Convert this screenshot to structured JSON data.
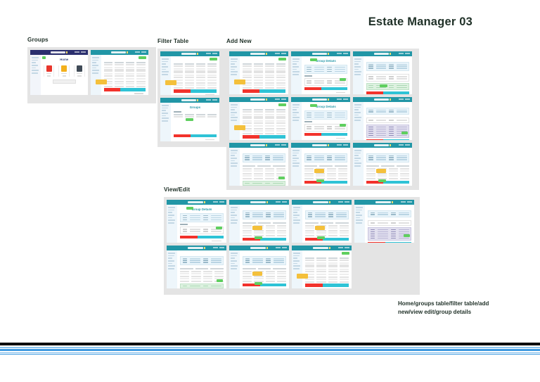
{
  "deck": {
    "title": "Estate Manager 03",
    "caption": "Home/groups table/filter table/add new/view edit/group details"
  },
  "sections": [
    {
      "id": "groups",
      "label": "Groups",
      "screens": [
        {
          "id": "home",
          "chrome": "navy",
          "title": "Home",
          "kind": "dashboard"
        },
        {
          "id": "groups-table",
          "chrome": "teal",
          "title": "Groups",
          "kind": "table"
        }
      ]
    },
    {
      "id": "filter-table",
      "label": "Filter Table",
      "screens": [
        {
          "id": "filter-full",
          "chrome": "teal",
          "title": "Groups",
          "kind": "table"
        },
        {
          "id": "filter-result",
          "chrome": "teal",
          "title": "Groups",
          "kind": "table-short"
        }
      ]
    },
    {
      "id": "add-new",
      "label": "Add New",
      "screens": [
        {
          "id": "add-1",
          "chrome": "teal",
          "title": "Groups",
          "kind": "table"
        },
        {
          "id": "add-2",
          "chrome": "teal",
          "title": "Group Details",
          "kind": "form"
        },
        {
          "id": "add-3",
          "chrome": "teal",
          "title": "Group Details",
          "kind": "form-green"
        },
        {
          "id": "add-4",
          "chrome": "teal",
          "title": "Groups",
          "kind": "table"
        },
        {
          "id": "add-5",
          "chrome": "teal",
          "title": "Group Details",
          "kind": "form"
        },
        {
          "id": "add-6",
          "chrome": "teal",
          "title": "Group Details",
          "kind": "form-purple"
        },
        {
          "id": "add-7",
          "chrome": "teal",
          "title": "Group Details",
          "kind": "form-list-green"
        },
        {
          "id": "add-8",
          "chrome": "teal",
          "title": "Group Details",
          "kind": "form-list"
        },
        {
          "id": "add-9",
          "chrome": "teal",
          "title": "Group Details",
          "kind": "form-list"
        }
      ]
    },
    {
      "id": "view-edit",
      "label": "View/Edit",
      "screens": [
        {
          "id": "ve-1",
          "chrome": "teal",
          "title": "Group Details",
          "kind": "form"
        },
        {
          "id": "ve-2",
          "chrome": "teal",
          "title": "Group Details",
          "kind": "form-list"
        },
        {
          "id": "ve-3",
          "chrome": "teal",
          "title": "Group Details",
          "kind": "form-list"
        },
        {
          "id": "ve-4",
          "chrome": "teal",
          "title": "Group Details",
          "kind": "form-purple"
        },
        {
          "id": "ve-5",
          "chrome": "teal",
          "title": "Group Details",
          "kind": "form-list-green"
        },
        {
          "id": "ve-6",
          "chrome": "teal",
          "title": "Group Details",
          "kind": "form-list"
        },
        {
          "id": "ve-7",
          "chrome": "teal",
          "title": "Groups",
          "kind": "table"
        },
        {
          "id": "ve-empty",
          "chrome": "none",
          "title": "",
          "kind": "empty"
        }
      ]
    }
  ],
  "colors": {
    "title_text": "#1f3027",
    "chrome_teal": "#2196a6",
    "chrome_navy": "#2b2f6e",
    "panel_gray": "#e4e4e4",
    "accent_green": "#5fcf5f",
    "accent_teal": "#2fc3d6",
    "accent_red": "#f2322b",
    "accent_amber": "#f4c03b",
    "field_blue": "#eaf5fb",
    "stripe_black": "#000000",
    "stripe_blue": "#3f9ae0",
    "stripe_blue_light": "#8cc5ef"
  },
  "stripes": [
    {
      "color": "#ffffff",
      "height": 3
    },
    {
      "color": "#000000",
      "height": 4
    },
    {
      "color": "#ffffff",
      "height": 2
    },
    {
      "color": "#8cc5ef",
      "height": 2
    },
    {
      "color": "#ffffff",
      "height": 1
    },
    {
      "color": "#3f9ae0",
      "height": 3
    },
    {
      "color": "#ffffff",
      "height": 2
    },
    {
      "color": "#6fb6ea",
      "height": 1
    },
    {
      "color": "#ffffff",
      "height": 1
    },
    {
      "color": "#3f9ae0",
      "height": 1
    }
  ]
}
